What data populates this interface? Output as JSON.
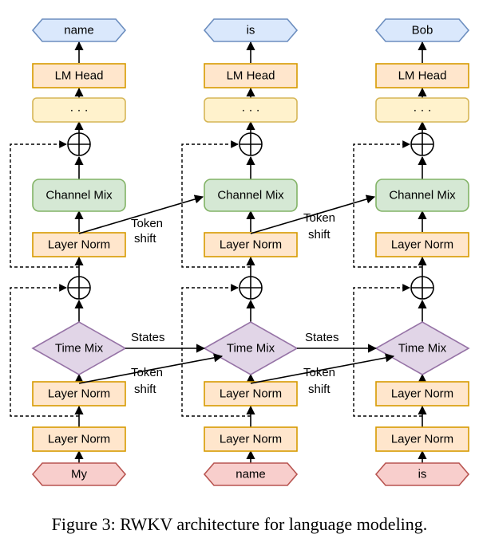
{
  "colors": {
    "output_fill": "#dae8fc",
    "output_stroke": "#6c8ebf",
    "head_fill": "#ffe6cc",
    "head_stroke": "#d79b00",
    "dots_fill": "#fff2cc",
    "dots_stroke": "#d6b656",
    "mix_fill": "#d5e8d4",
    "mix_stroke": "#82b366",
    "norm_fill": "#ffe6cc",
    "norm_stroke": "#d79b00",
    "time_fill": "#e1d5e7",
    "time_stroke": "#9673a6",
    "input_fill": "#f8cecc",
    "input_stroke": "#b85450"
  },
  "columns": [
    {
      "output": "name",
      "lm_head": "LM Head",
      "dots": "· · ·",
      "channel_mix": "Channel Mix",
      "layer_norm_channel": "Layer Norm",
      "time_mix": "Time Mix",
      "layer_norm_time": "Layer Norm",
      "layer_norm_input": "Layer Norm",
      "input": "My"
    },
    {
      "output": "is",
      "lm_head": "LM Head",
      "dots": "· · ·",
      "channel_mix": "Channel Mix",
      "layer_norm_channel": "Layer Norm",
      "time_mix": "Time Mix",
      "layer_norm_time": "Layer Norm",
      "layer_norm_input": "Layer Norm",
      "input": "name"
    },
    {
      "output": "Bob",
      "lm_head": "LM Head",
      "dots": "· · ·",
      "channel_mix": "Channel Mix",
      "layer_norm_channel": "Layer Norm",
      "time_mix": "Time Mix",
      "layer_norm_time": "Layer Norm",
      "layer_norm_input": "Layer Norm",
      "input": "is"
    }
  ],
  "edge_labels": {
    "token": "Token",
    "shift": "shift",
    "states": "States"
  },
  "caption": "Figure 3: RWKV architecture for language modeling."
}
